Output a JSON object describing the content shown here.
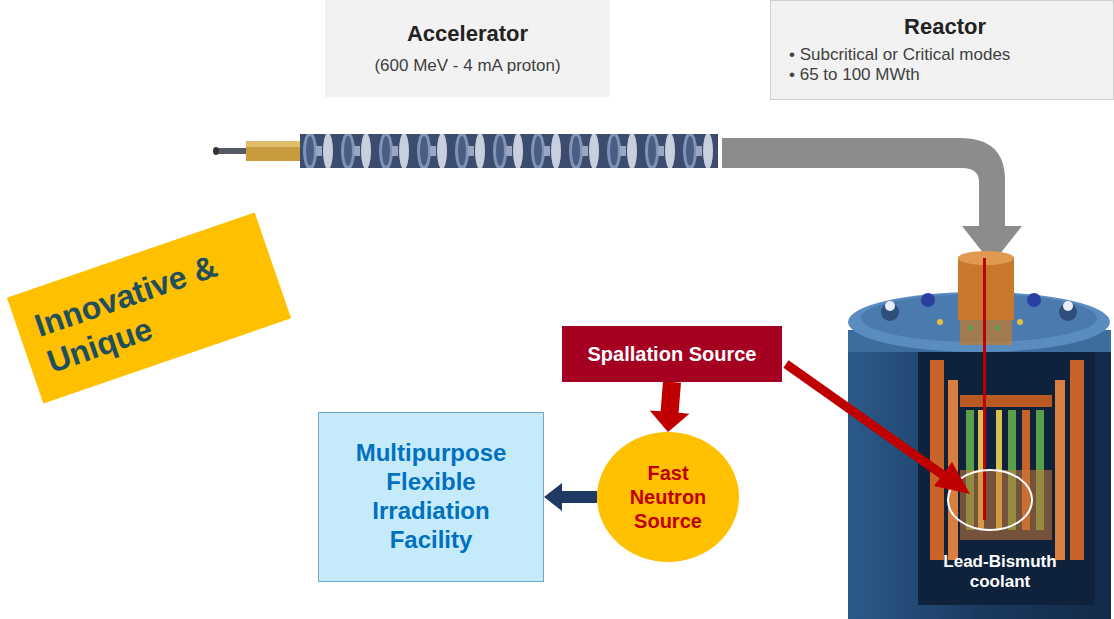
{
  "diagram": {
    "nodes": [
      {
        "text": [
          "Accelerator",
          "(600 MeV - 4 mA proton)"
        ]
      },
      {
        "text": [
          "Reactor",
          "• Subcritical or Critical modes",
          "• 65 to 100 MWth"
        ]
      },
      {
        "text": [
          "Innovative & Unique"
        ]
      },
      {
        "text": [
          "Spallation Source"
        ]
      },
      {
        "text": [
          "Fast Neutron Source"
        ]
      },
      {
        "text": [
          "Multipurpose Flexible Irradiation Facility"
        ]
      }
    ],
    "edges": [
      {
        "from": 3,
        "to": 4,
        "arrow": "to"
      },
      {
        "from": 4,
        "to": 5,
        "arrow": "to"
      }
    ],
    "labels": [
      "Lead-Bismuth coolant"
    ]
  }
}
